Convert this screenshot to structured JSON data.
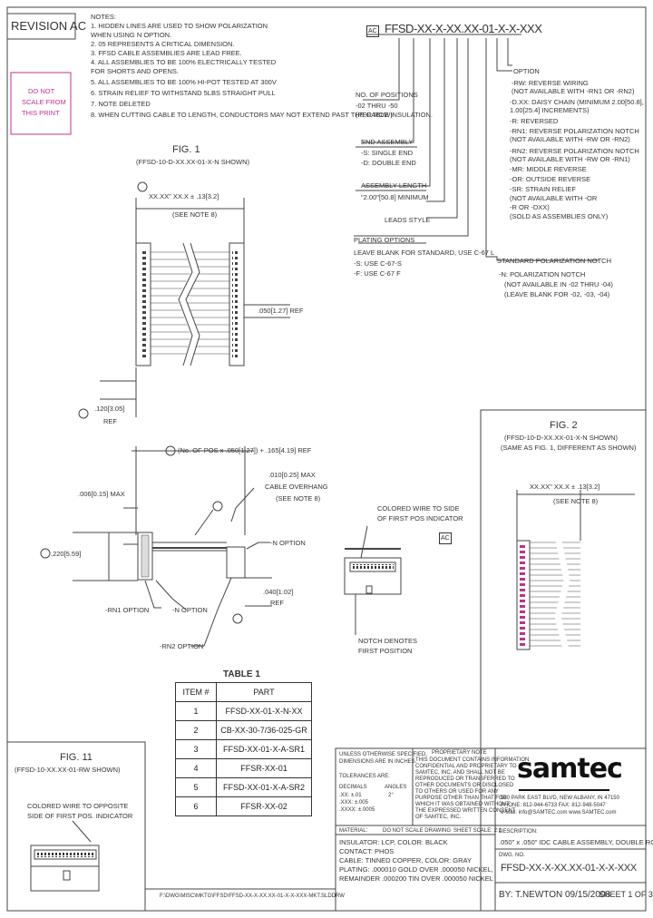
{
  "revision": "REVISION AC",
  "do_not_scale": [
    "DO NOT",
    "SCALE FROM",
    "THIS PRINT"
  ],
  "notes": {
    "heading": "NOTES:",
    "items": [
      "1. HIDDEN LINES ARE USED TO SHOW POLARIZATION",
      "   WHEN USING N OPTION.",
      "2. 05 REPRESENTS A CRITICAL DIMENSION.",
      "3. FFSD CABLE ASSEMBLIES ARE LEAD FREE.",
      "4. ALL ASSEMBLIES TO BE 100% ELECTRICALLY TESTED",
      "   FOR SHORTS AND OPENS.",
      "5. ALL ASSEMBLIES TO BE 100% HI-POT TESTED AT 300V",
      "6. STRAIN RELIEF TO WITHSTAND 5LBS STRAIGHT PULL",
      "7. NOTE DELETED",
      "8. WHEN CUTTING CABLE TO LENGTH, CONDUCTORS MAY NOT EXTEND PAST THE CABLE INSULATION."
    ]
  },
  "part_number": "FFSD-XX-X-XX.XX-01-X-X-XXX",
  "rev_tag": "AC",
  "options": {
    "no_positions": [
      "NO. OF POSITIONS",
      "-02 THRU -50",
      "(PER ROW)"
    ],
    "end_assembly": [
      "END ASSEMBLY",
      "-S: SINGLE END",
      "-D: DOUBLE END"
    ],
    "assembly_length": [
      "ASSEMBLY LENGTH",
      "\"2.00\"[50.8] MINIMUM"
    ],
    "leads_style": "LEADS STYLE",
    "plating": [
      "PLATING OPTIONS",
      "LEAVE BLANK FOR STANDARD, USE C-67 L",
      "-S: USE C-67-S",
      "-F: USE C-67 F"
    ],
    "option_list": [
      "OPTION",
      "-RW: REVERSE WIRING",
      "     (NOT AVAILABLE WITH -RN1 OR -RN2)",
      "-D.XX: DAISY CHAIN (MINIMUM 2.00[50.8],",
      "     1.00[25.4] INCREMENTS)",
      "-R: REVERSED",
      "-RN1: REVERSE POLARIZATION NOTCH",
      "     (NOT AVAILABLE WITH -RW OR -RN2)",
      "-RN2: REVERSE POLARIZATION NOTCH",
      "     (NOT AVAILABLE WITH -RW OR -RN1)",
      "-MR: MIDDLE REVERSE",
      "-OR: OUTSIDE REVERSE",
      "-SR: STRAIN RELIEF",
      "     (NOT AVAILABLE WITH -OR",
      "     -R OR -DXX)",
      "     (SOLD AS ASSEMBLIES ONLY)"
    ],
    "std_polarization": [
      "STANDARD POLARIZATION NOTCH",
      "-N: POLARIZATION NOTCH",
      "(NOT AVAILABLE IN -02 THRU -04)",
      "(LEAVE BLANK FOR -02, -03, -04)"
    ]
  },
  "fig1": {
    "title": "FIG. 1",
    "subtitle": "(FFSD-10-D-XX.XX-01-X-N SHOWN)",
    "length_dim": "XX.XX\" XX.X ± .13[3.2]",
    "length_note": "(SEE NOTE 8)",
    "pitch": ".050[1.27] REF",
    "bottom_dim": ".120[3.05]",
    "bottom_ref": "REF"
  },
  "side_view": {
    "positions_dim": "(No. OF POS x .050[1.27]) + .165[4.19] REF",
    "overhang": [
      ".010[0.25] MAX",
      "CABLE OVERHANG",
      "(SEE NOTE 8)"
    ],
    "max06": ".006[0.15] MAX",
    "height_dim": ".220[5.59]",
    "n_option": "-N OPTION",
    "rn1": "-RN1 OPTION",
    "n_option2": "-N OPTION",
    "rn2": "-RN2 OPTION",
    "ref040": [
      ".040[1.02]",
      "REF"
    ]
  },
  "colored_wire": {
    "label": [
      "COLORED WIRE TO SIDE",
      "OF FIRST POS INDICATOR"
    ],
    "notch": [
      "NOTCH DENOTES",
      "FIRST POSITION"
    ],
    "tag": "AC"
  },
  "fig2": {
    "title": "FIG. 2",
    "subtitle": [
      "(FFSD-10-D-XX.XX-01-X-N SHOWN)",
      "(SAME AS FIG. 1, DIFFERENT AS SHOWN)"
    ],
    "length_dim": "XX.XX\" XX.X ± .13[3.2]",
    "length_note": "(SEE NOTE 8)"
  },
  "table": {
    "title": "TABLE 1",
    "headers": [
      "ITEM #",
      "PART"
    ],
    "rows": [
      [
        "1",
        "FFSD-XX-01-X-N-XX"
      ],
      [
        "2",
        "CB-XX-30-7/36-025-GR"
      ],
      [
        "3",
        "FFSD-XX-01-X-A-SR1"
      ],
      [
        "4",
        "FFSR-XX-01"
      ],
      [
        "5",
        "FFSD-XX-01-X-A-SR2"
      ],
      [
        "6",
        "FFSR-XX-02"
      ]
    ]
  },
  "fig3": {
    "title": "FIG. 11",
    "subtitle": "(FFSD-10-XX.XX-01-RW SHOWN)",
    "label": [
      "COLORED WIRE TO OPPOSITE",
      "SIDE OF FIRST POS. INDICATOR"
    ],
    "footer": "F:\\DWG\\MISC\\MKTG\\FFSD\\FFSD-XX-X-XX.XX-01-X-X-XXX-MKT.SLDDRW"
  },
  "title_block": {
    "unless": [
      "UNLESS OTHERWISE SPECIFIED,",
      "DIMENSIONS ARE IN INCHES."
    ],
    "tolerances": "TOLERANCES ARE:",
    "decimals": [
      "DECIMALS",
      "ANGLES"
    ],
    "tol_rows": [
      ".XX: ±.01",
      ".XXX: ±.005",
      ".XXXX: ±.0005",
      "2°"
    ],
    "proprietary": "PROPRIETARY NOTE",
    "proprietary_text": [
      "THIS DOCUMENT CONTAINS INFORMATION",
      "CONFIDENTIAL AND PROPRIETARY TO",
      "SAMTEC, INC. AND SHALL NOT BE",
      "REPRODUCED OR TRANSFERRED TO",
      "OTHER DOCUMENTS OR DISCLOSED",
      "TO OTHERS OR USED FOR ANY",
      "PURPOSE OTHER THAN THAT FOR",
      "WHICH IT WAS OBTAINED WITHOUT",
      "THE EXPRESSED WRITTEN CONSENT",
      "OF SAMTEC, INC."
    ],
    "company": "samtec",
    "address": [
      "520 PARK EAST BLVD, NEW ALBANY, IN 47150",
      "PHONE: 812-944-6733   FAX: 812-948-5047",
      "e-Mail: info@SAMTEC.com   www.SAMTEC.com"
    ],
    "material_h": "MATERIAL:",
    "material": [
      "INSULATOR: LCP, COLOR: BLACK",
      "CONTACT: PHOS",
      "CABLE: TINNED COPPER, COLOR: GRAY",
      "PLATING: .000010 GOLD OVER .000050 NICKEL,",
      "REMAINDER .000200 TIN OVER .000050 NICKEL"
    ],
    "do_not_scale": "DO NOT SCALE DRAWING",
    "sheet_scale": "SHEET SCALE: 2:1",
    "desc_h": "DESCRIPTION:",
    "desc": ".050\" x .050\" IDC CABLE ASSEMBLY, DOUBLE ROW",
    "dwg_h": "DWG. NO.",
    "dwg": "FFSD-XX-X-XX.XX-01-X-X-XXX",
    "by": "BY:  T.NEWTON   09/15/2008",
    "sheet": "SHEET 1 OF 3"
  }
}
